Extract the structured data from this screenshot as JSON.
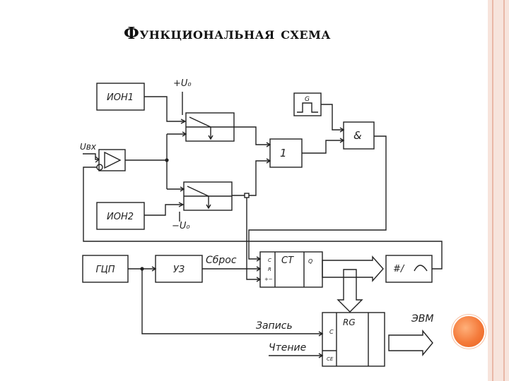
{
  "slide": {
    "title": "Функциональная схема"
  },
  "diagram": {
    "blocks": {
      "ion1": "ИОН1",
      "ion2": "ИОН2",
      "or_gate": "1",
      "and_gate": "&",
      "generator": "G",
      "gcp": "ГЦП",
      "uz": "УЗ",
      "counter": "СТ",
      "counter_q": "Q",
      "dac": "#/",
      "register": "RG"
    },
    "pins": {
      "ct_c": "C",
      "ct_r": "R",
      "ct_pm": "+−",
      "rg_c": "C",
      "rg_ce": "CE"
    },
    "labels": {
      "u0_pos": "+U₀",
      "u0_neg": "−U₀",
      "u_in": "Uвх",
      "reset": "Сброс",
      "write": "Запись",
      "read": "Чтение",
      "evm": "ЭВМ"
    }
  },
  "colors": {
    "accent": "#f47a3a",
    "frame": "#f7e4dc",
    "ink": "#222222"
  }
}
